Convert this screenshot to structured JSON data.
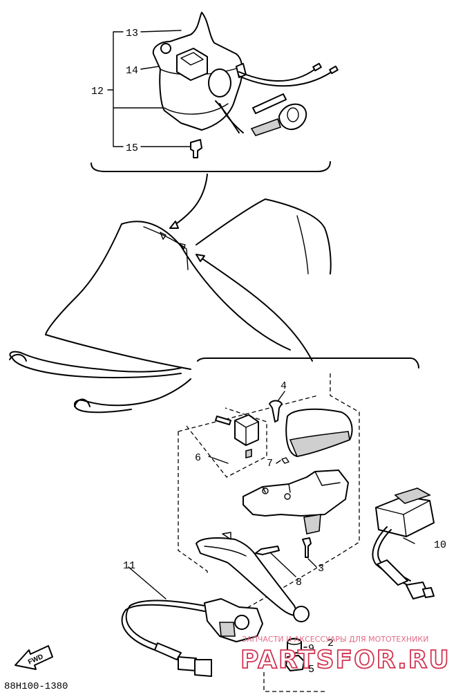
{
  "diagram_code": "88H100-1380",
  "fwd_label": "FWD",
  "watermark": {
    "tagline": "ЗАПЧАСТИ И АКСЕССУАРЫ ДЛЯ МОТОТЕХНИКИ",
    "brand": "PARTSFOR.RU"
  },
  "callouts": {
    "c2": "2",
    "c3": "3",
    "c4": "4",
    "c5": "5",
    "c6": "6",
    "c7": "7",
    "c8": "8",
    "c9": "9",
    "c10": "10",
    "c11": "11",
    "c12": "12",
    "c13": "13",
    "c14": "14",
    "c15": "15"
  }
}
